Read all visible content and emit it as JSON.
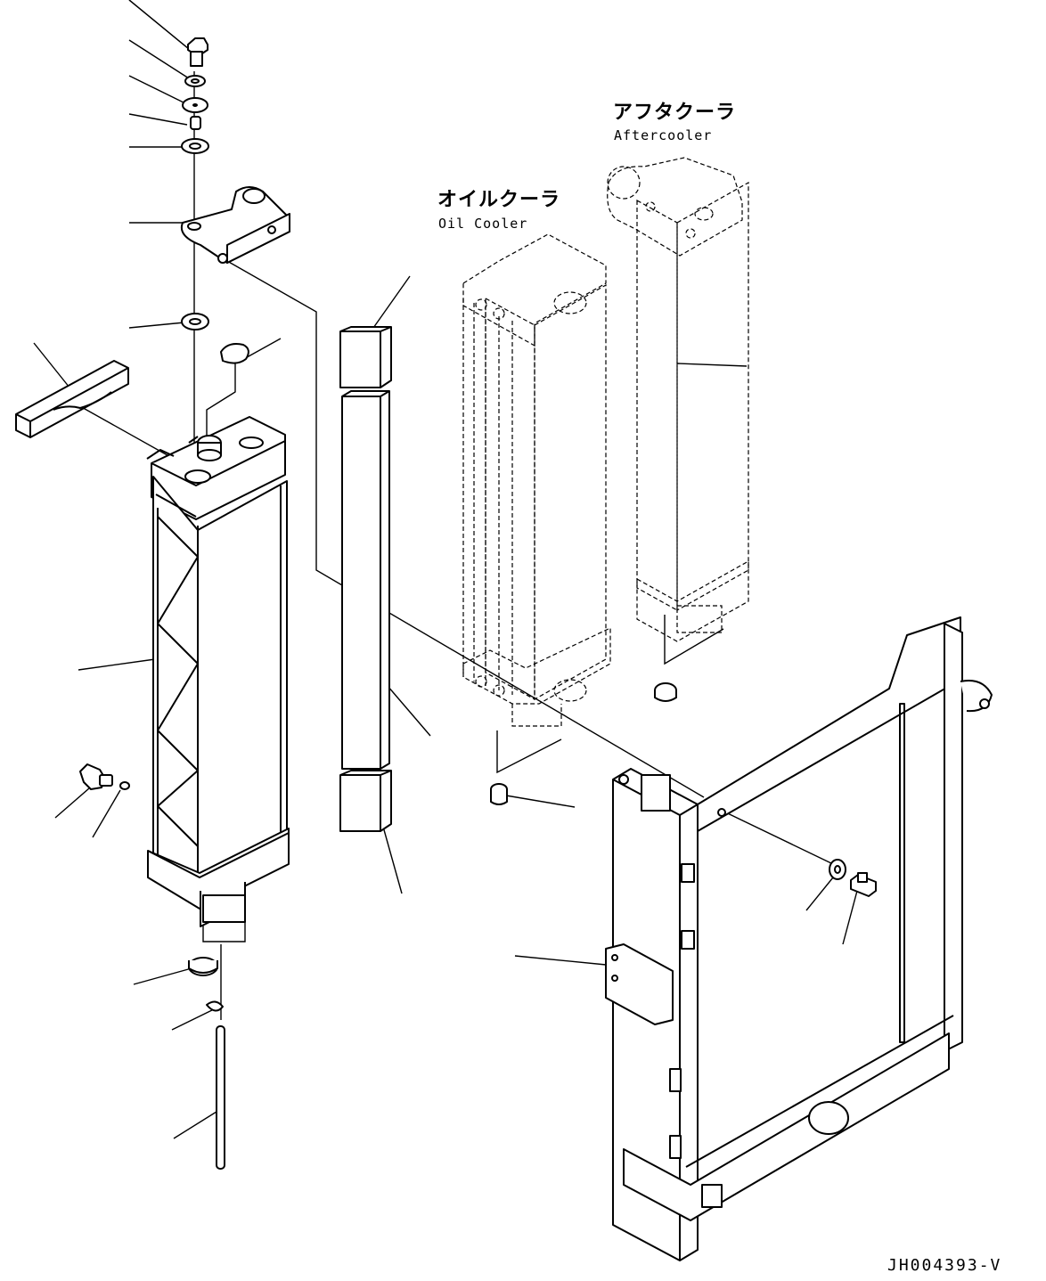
{
  "labels": {
    "aftercooler_jp": "アフタクーラ",
    "aftercooler_en": "Aftercooler",
    "oilcooler_jp": "オイルクーラ",
    "oilcooler_en": "Oil Cooler"
  },
  "drawing_code": "JH004393-V",
  "line_color": "#000000",
  "background_color": "#ffffff"
}
